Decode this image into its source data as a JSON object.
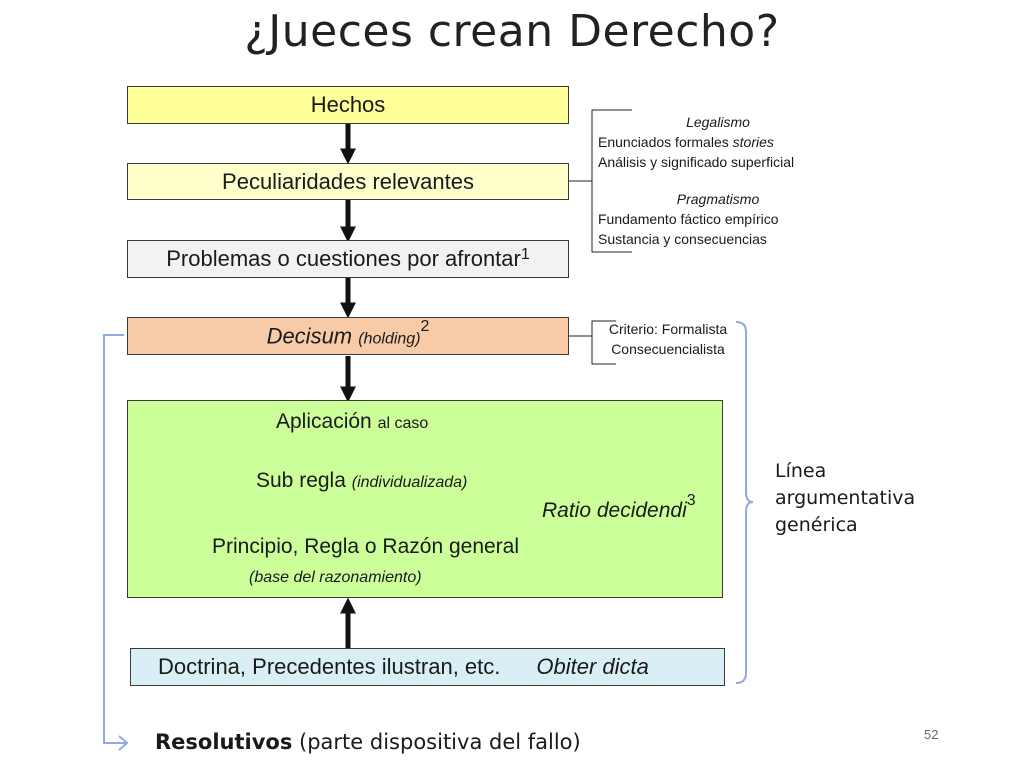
{
  "title": "¿Jueces crean Derecho?",
  "boxes": {
    "hechos": "Hechos",
    "peculiaridades": "Peculiaridades relevantes",
    "problemas": "Problemas o cuestiones por afrontar",
    "problemas_sup": "1",
    "decisum": "Decisum",
    "decisum_holding": "(holding)",
    "decisum_sup": "2",
    "aplicacion": "Aplicación",
    "aplicacion_rest": "al caso",
    "subregla": "Sub regla",
    "subregla_rest": "(individualizada)",
    "ratio": "Ratio decidendi",
    "ratio_sup": "3",
    "principio": "Principio, Regla o Razón general",
    "base": "(base del razonamiento)",
    "doctrina": "Doctrina, Precedentes ilustran, etc.",
    "obiter": "Obiter dicta"
  },
  "notes": {
    "legalismo_title": "Legalismo",
    "legalismo_line1_a": "Enunciados formales",
    "legalismo_line1_b": "stories",
    "legalismo_line2": "Análisis y significado superficial",
    "pragmatismo_title": "Pragmatismo",
    "pragmatismo_line1": "Fundamento fáctico empírico",
    "pragmatismo_line2": "Sustancia y consecuencias",
    "criterio_line1": "Criterio: Formalista",
    "criterio_line2": "Consecuencialista"
  },
  "linea": [
    "Línea",
    "argumentativa",
    "genérica"
  ],
  "footer": {
    "bold": "Resolutivos",
    "rest": "(parte dispositiva del fallo)"
  },
  "page_number": "52",
  "colors": {
    "hechos": "#ffff99",
    "peculiaridades": "#ffffcc",
    "problemas": "#f2f2f2",
    "decisum": "#f8cba8",
    "ratio_box": "#ccff99",
    "doctrina": "#d9eff5",
    "bracket": "#8faadc",
    "arrow": "#111111"
  }
}
